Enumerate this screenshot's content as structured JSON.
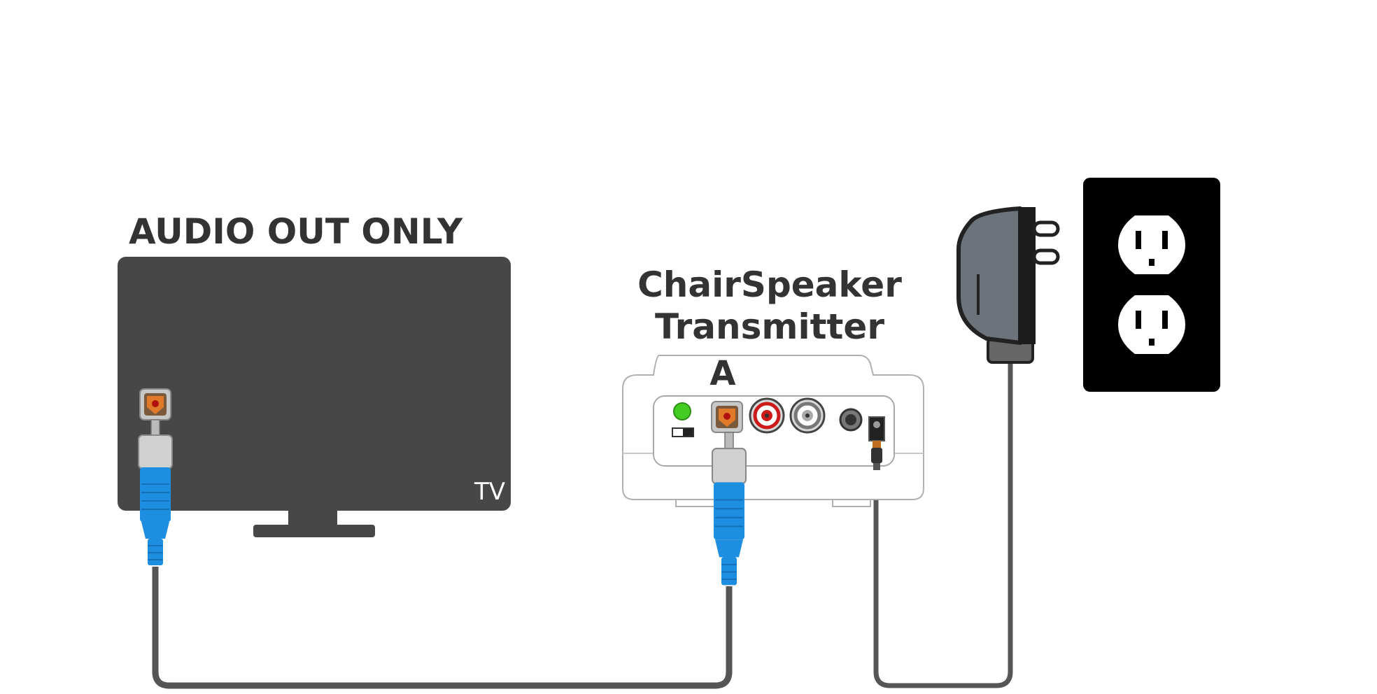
{
  "labels": {
    "tv_heading": "AUDIO OUT ONLY",
    "tv_badge": "TV",
    "transmitter_line1": "ChairSpeaker",
    "transmitter_line2": "Transmitter",
    "port_marker": "A"
  },
  "icons": {
    "tv": "television-icon",
    "transmitter": "transmitter-box-icon",
    "adapter": "power-adapter-icon",
    "outlet": "wall-outlet-icon",
    "optical_port": "optical-port-icon",
    "cable": "optical-cable-icon"
  },
  "colors": {
    "tv_body": "#474747",
    "cable_plug": "#1e8fe0",
    "cable_wire": "#555555",
    "label_text": "#333333",
    "outlet_plate": "#000000",
    "led_green": "#44cc22",
    "rca_red": "#cc1a1a"
  }
}
